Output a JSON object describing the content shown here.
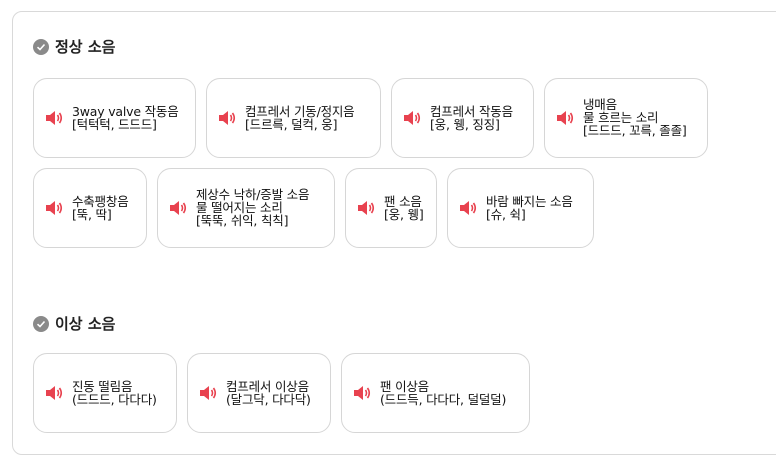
{
  "accent_color": "#e8424f",
  "sections": [
    {
      "title": "정상 소음",
      "icon": "check-circle-icon",
      "cards": [
        {
          "lines": [
            "3way valve 작동음",
            "[턱턱턱, 드드드]"
          ]
        },
        {
          "lines": [
            "컴프레서 기동/정지음",
            "[드르륵, 덜컥, 웅]"
          ]
        },
        {
          "lines": [
            "컴프레서 작동음",
            "[웅, 웽, 징징]"
          ]
        },
        {
          "lines": [
            "냉매음",
            "물 흐르는 소리",
            "[드드드, 꼬륵, 졸졸]"
          ]
        },
        {
          "lines": [
            "수축팽창음",
            "[뚝, 딱]"
          ]
        },
        {
          "lines": [
            "제상수 낙하/증발 소음",
            "물 떨어지는 소리",
            "[뚝뚝, 쉬익, 칙칙]"
          ]
        },
        {
          "lines": [
            "팬 소음",
            "[웅, 웽]"
          ]
        },
        {
          "lines": [
            "바람 빠지는 소음",
            "[슈, 쉭]"
          ]
        }
      ]
    },
    {
      "title": "이상 소음",
      "icon": "check-circle-icon",
      "cards": [
        {
          "lines": [
            "진동 떨림음",
            "(드드드, 다다다)"
          ]
        },
        {
          "lines": [
            "컴프레서 이상음",
            "(달그닥, 다다닥)"
          ]
        },
        {
          "lines": [
            "팬 이상음",
            "(드드득, 다다다, 덜덜덜)"
          ]
        }
      ]
    }
  ]
}
